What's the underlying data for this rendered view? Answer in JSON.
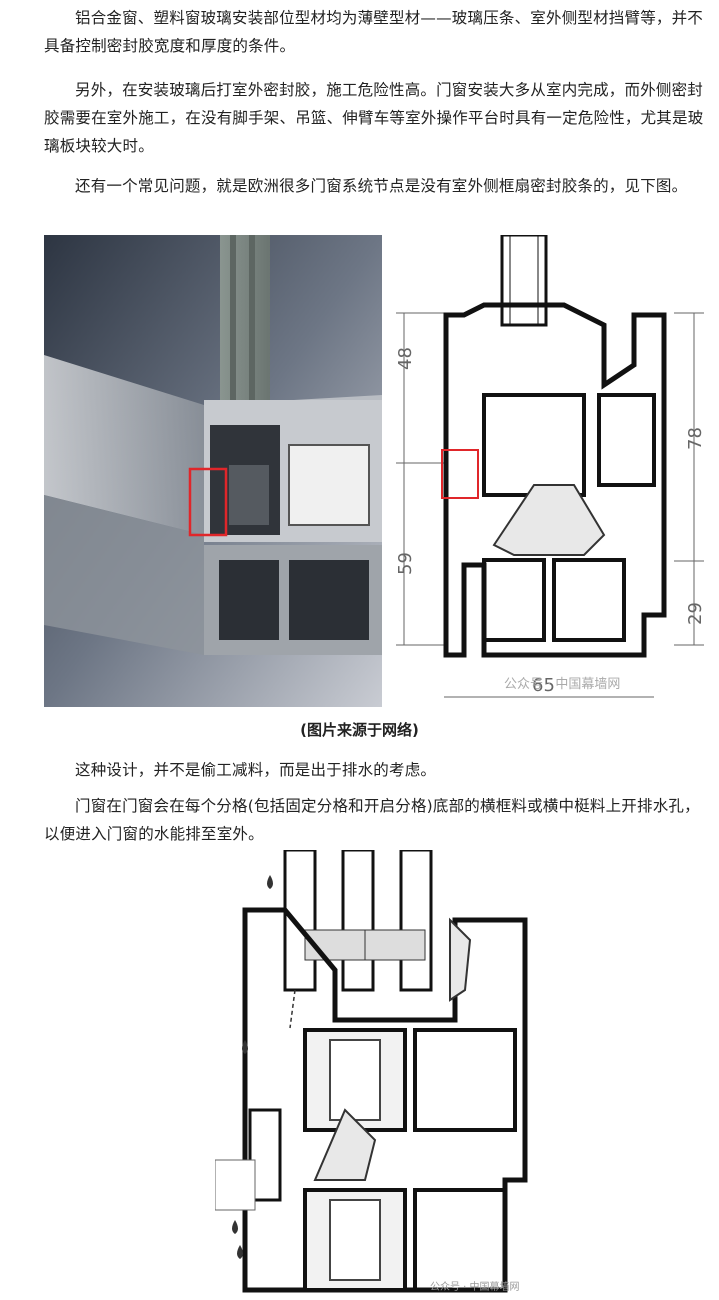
{
  "paragraphs": [
    "铝合金窗、塑料窗玻璃安装部位型材均为薄壁型材——玻璃压条、室外侧型材挡臂等，并不具备控制密封胶宽度和厚度的条件。",
    "另外，在安装玻璃后打室外密封胶，施工危险性高。门窗安装大多从室内完成，而外侧密封胶需要在室外施工，在没有脚手架、吊篮、伸臂车等室外操作平台时具有一定危险性，尤其是玻璃板块较大时。",
    "还有一个常见问题，就是欧洲很多门窗系统节点是没有室外侧框扇密封胶条的，见下图。",
    "这种设计，并不是偷工减料，而是出于排水的考虑。",
    "门窗在门窗会在每个分格(包括固定分格和开启分格)底部的横框料或横中梃料上开排水孔，以便进入门窗的水能排至室外。"
  ],
  "caption": "(图片来源于网络)",
  "figure1": {
    "dimensions": [
      "48",
      "59",
      "78",
      "29",
      "65"
    ],
    "watermark": "公众号 · 中国幕墙网"
  },
  "figure2": {
    "watermark": "公众号 · 中国幕墙网"
  }
}
